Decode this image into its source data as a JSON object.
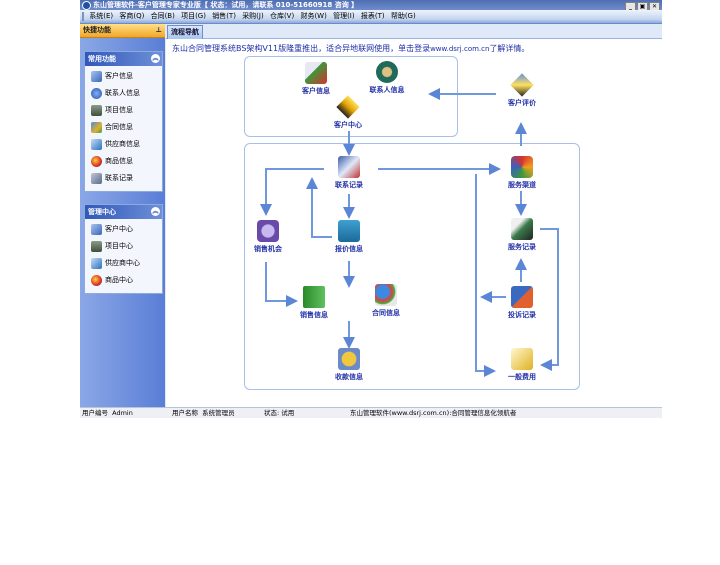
{
  "window": {
    "title": "东山管理软件-客户管理专家专业版【 状态：试用，请联系 010-51660918 咨询 】",
    "controls": [
      "minimize",
      "restore",
      "close"
    ]
  },
  "menu": [
    "系统(E)",
    "客商(Q)",
    "合同(B)",
    "项目(G)",
    "销售(T)",
    "采购(J)",
    "仓库(V)",
    "财务(W)",
    "管理(I)",
    "报表(T)",
    "帮助(G)"
  ],
  "quick_panel": {
    "title": "快捷功能",
    "pin": "pin-icon"
  },
  "panels": [
    {
      "title": "常用功能",
      "items": [
        {
          "label": "客户信息",
          "icon": "customer-icon",
          "color": "#4a78c8"
        },
        {
          "label": "联系人信息",
          "icon": "contacts-icon",
          "color": "#3a6ab8"
        },
        {
          "label": "项目信息",
          "icon": "project-icon",
          "color": "#556b55"
        },
        {
          "label": "合同信息",
          "icon": "contract-icon",
          "color": "#c89b2a"
        },
        {
          "label": "供应商信息",
          "icon": "supplier-icon",
          "color": "#3a80c0"
        },
        {
          "label": "商品信息",
          "icon": "goods-icon",
          "color": "#d83a2a"
        },
        {
          "label": "联系记录",
          "icon": "record-icon",
          "color": "#6f7f9f"
        }
      ]
    },
    {
      "title": "管理中心",
      "items": [
        {
          "label": "客户中心",
          "icon": "customer-center-icon",
          "color": "#4a78c8"
        },
        {
          "label": "项目中心",
          "icon": "project-center-icon",
          "color": "#556b55"
        },
        {
          "label": "供应商中心",
          "icon": "supplier-center-icon",
          "color": "#3a80c0"
        },
        {
          "label": "商品中心",
          "icon": "goods-center-icon",
          "color": "#d83a2a"
        }
      ]
    }
  ],
  "tabs": [
    {
      "label": "流程导航",
      "active": true
    }
  ],
  "notice": {
    "text": "东山合同管理系统BS架构V11版隆重推出，适合异地联网使用，单击登录",
    "url": "www.dsrj.com.cn",
    "suffix": "了解详情。"
  },
  "flow_nodes": {
    "customer_info": "客户信息",
    "contact_info": "联系人信息",
    "customer_center": "客户中心",
    "customer_eval": "客户评价",
    "contact_record": "联系记录",
    "service_channel": "服务渠道",
    "sales_opportunity": "销售机会",
    "quote_info": "报价信息",
    "service_record": "服务记录",
    "sales_info": "销售信息",
    "contract_info": "合同信息",
    "complaint_record": "投诉记录",
    "payment_info": "收款信息",
    "general_expense": "一般费用"
  },
  "status": {
    "user_id_label": "用户编号",
    "user_id": "Admin",
    "user_name_label": "用户名称",
    "user_name": "系统管理员",
    "state_label": "状态",
    "state": "试用",
    "company": "东山管理软件(www.dsrj.com.cn):合同管理信息化领航者"
  }
}
